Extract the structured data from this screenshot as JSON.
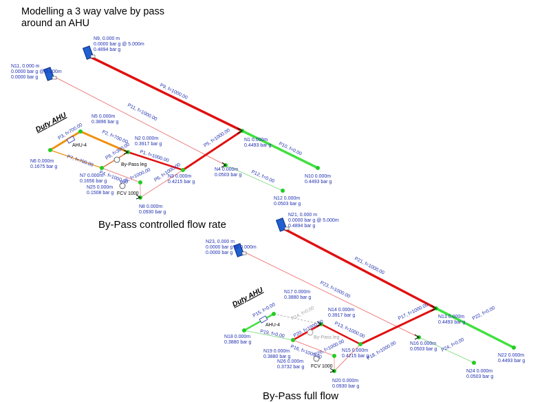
{
  "title_line1": "Modelling a 3 way valve by pass",
  "title_line2": "around an AHU",
  "caption_top": "By-Pass controlled flow rate",
  "caption_bottom": "By-Pass full flow",
  "colors": {
    "red": "#e01010",
    "green": "#40e040",
    "orange": "#f09010",
    "lightred": "#f08080",
    "lightgreen": "#90e090",
    "node": "#22cc22",
    "label": "#1f2fb0",
    "tank": "#2060d0"
  },
  "top": {
    "duty": "Duty AHU",
    "ahu": "AHU-4",
    "bypass": "By-Pass leg",
    "fcv": "FCV 1000",
    "nodes": {
      "n9": [
        "N9, 0.000 m",
        "0.0000 bar g @ 5.000m",
        "0.4894 bar g"
      ],
      "n11": [
        "N11, 0.000 m",
        "0.0000 bar g @ 0.000m",
        "0.0000 bar g"
      ],
      "n5": [
        "N5  0.000m",
        "0.3896 bar g"
      ],
      "n2": [
        "N2  0.000m",
        "0.3917 bar g"
      ],
      "n1": [
        "N1  0.000m",
        "0.4493 bar g"
      ],
      "n6": [
        "N6  0.000m",
        "0.1675 bar g"
      ],
      "n3": [
        "N3  0.000m",
        "0.4215 bar g"
      ],
      "n4": [
        "N4  0.000m",
        "0.0503 bar g"
      ],
      "n7": [
        "N7  0.000m",
        "0.1656 bar g"
      ],
      "n10": [
        "N10  0.000m",
        "0.4493 bar g"
      ],
      "n25": [
        "N25  0.000m",
        "0.1508 bar g"
      ],
      "n12": [
        "N12  0.000m",
        "0.0503 bar g"
      ],
      "n8": [
        "N8  0.000m",
        "0.0930 bar g"
      ]
    },
    "pipes": {
      "p9": "P9, f=1000.00",
      "p11": "P11, f=1000.00",
      "p10": "P10, f=0.00",
      "p5": "P5, f=1000.00",
      "p12": "P12, f=0.00",
      "p3": "P3, f=700.00",
      "p2": "P2, f=700.00",
      "p8": "P8, f=300.00",
      "p1": "P1, f=1000.00",
      "p7": "P7, f=700.00",
      "p6": "P6, f=1000.00",
      "p4": "P4, f=1000.00",
      "p25": "P25, f=1000.00"
    }
  },
  "bottom": {
    "duty": "Duty AHU",
    "ahu": "AHU-4",
    "bypass": "By-Pass leg",
    "fcv": "FCV 1000",
    "nodes": {
      "n21": [
        "N21, 0.000 m",
        "0.0000 bar g @ 5.000m",
        "0.4894 bar g"
      ],
      "n23": [
        "N23, 0.000 m",
        "0.0000 bar g @ 0.000m",
        "0.0000 bar g"
      ],
      "n17": [
        "N17  0.000m",
        "0.3880 bar g"
      ],
      "n14": [
        "N14  0.000m",
        "0.3917 bar g"
      ],
      "n13": [
        "N13  0.000m",
        "0.4493 bar g"
      ],
      "n18": [
        "N18  0.000m",
        "0.3880 bar g"
      ],
      "n16": [
        "N16  0.000m",
        "0.0503 bar g"
      ],
      "n15": [
        "N15  0.000m",
        "0.4215 bar g"
      ],
      "n19": [
        "N19  0.000m",
        "0.3880 bar g"
      ],
      "n22": [
        "N22  0.000m",
        "0.4493 bar g"
      ],
      "n26": [
        "N26  0.000m",
        "0.3732 bar g"
      ],
      "n24": [
        "N24  0.000m",
        "0.0503 bar g"
      ],
      "n20": [
        "N20  0.000m",
        "0.0930 bar g"
      ]
    },
    "pipes": {
      "p21": "P21, f=1000.00",
      "p23": "P23, f=1000.00",
      "p22": "P22, f=0.00",
      "p17": "P17, f=1000.00",
      "p24": "P24, f=0.00",
      "p15": "P15, f=0.00",
      "p14": "P14, f=0.00",
      "p13": "P13, f=1000.00",
      "p19": "P19, f=0.00",
      "p20": "P20, f=1000.00",
      "p18": "P18, f=1000.00",
      "p16": "P16, f=1000.00",
      "p26": "P26, f=1000.00"
    }
  }
}
